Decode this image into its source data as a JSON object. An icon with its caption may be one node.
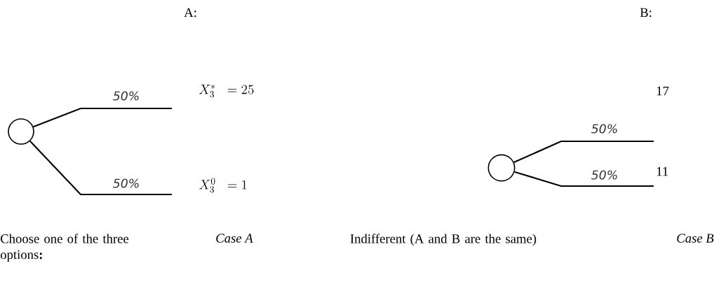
{
  "diagram": {
    "nodes": [
      {
        "text": [],
        "shape": "circle"
      },
      {
        "text": [],
        "shape": "circle"
      }
    ],
    "edges": [
      {
        "from": 0,
        "to": null,
        "arrow": "none",
        "label": "50%"
      },
      {
        "from": 0,
        "to": null,
        "arrow": "none",
        "label": "50%"
      },
      {
        "from": 1,
        "to": null,
        "arrow": "none",
        "label": "50%"
      },
      {
        "from": 1,
        "to": null,
        "arrow": "none",
        "label": "50%"
      }
    ],
    "labels": [
      "A:",
      "B:",
      "X_3^{*} \\;\\; = 25",
      "17",
      "X_3^{0} \\;\\; = 1",
      "11",
      "Choose one of the three options**:**",
      "Case A",
      "Indifferent (A and B are the same)",
      "Case B"
    ]
  }
}
